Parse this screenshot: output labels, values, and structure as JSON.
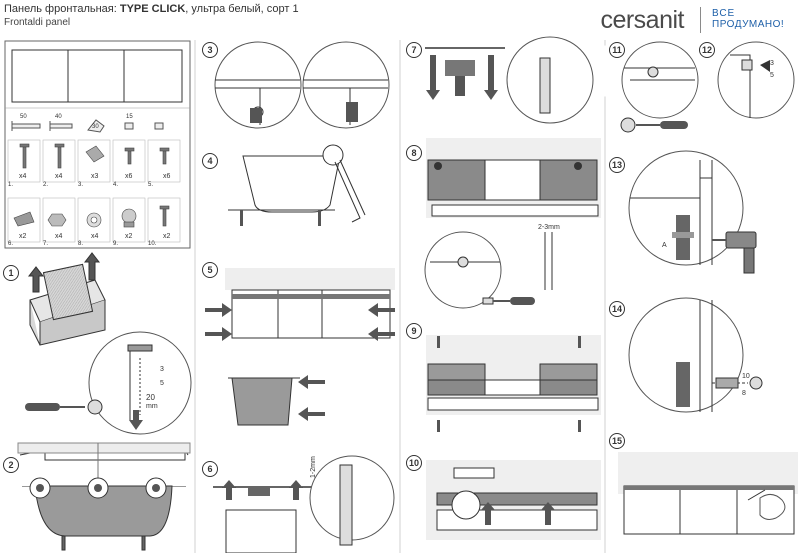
{
  "header": {
    "title_prefix": "Панель фронтальная: ",
    "title_bold": "TYPE CLICK",
    "title_suffix": ", ультра белый, сорт 1",
    "subtitle": "Frontaldi panel",
    "brand": "cersanit",
    "tagline_line1": "ВСЕ",
    "tagline_line2": "ПРОДУМАНО!"
  },
  "parts": {
    "dimensions": [
      "50",
      "40",
      "30",
      "15"
    ],
    "items": [
      {
        "num": "1.",
        "qty": "x4"
      },
      {
        "num": "2.",
        "qty": "x4"
      },
      {
        "num": "3.",
        "qty": "x3"
      },
      {
        "num": "4.",
        "qty": "x6"
      },
      {
        "num": "5.",
        "qty": "x6"
      },
      {
        "num": "6.",
        "qty": "x2"
      },
      {
        "num": "7.",
        "qty": "x4"
      },
      {
        "num": "8.",
        "qty": "x4"
      },
      {
        "num": "9.",
        "qty": "x2"
      },
      {
        "num": "10.",
        "qty": "x2"
      }
    ]
  },
  "steps": [
    "1",
    "2",
    "3",
    "4",
    "5",
    "6",
    "7",
    "8",
    "9",
    "10",
    "11",
    "12",
    "13",
    "14",
    "15"
  ],
  "annotations": {
    "s1_a": "3",
    "s1_b": "5",
    "s1_c": "20",
    "s1_unit": "mm",
    "s6_gap": "1-2mm",
    "s8_gap": "2-3mm",
    "s12_a": "3",
    "s12_b": "5",
    "s14_a": "10",
    "s14_b": "8",
    "label_A": "A"
  },
  "colors": {
    "line": "#333333",
    "panel": "#8a8a8a",
    "panel_light": "#bdbdbd",
    "floor": "#e2e2e2",
    "tag": "#1d5fa8"
  }
}
